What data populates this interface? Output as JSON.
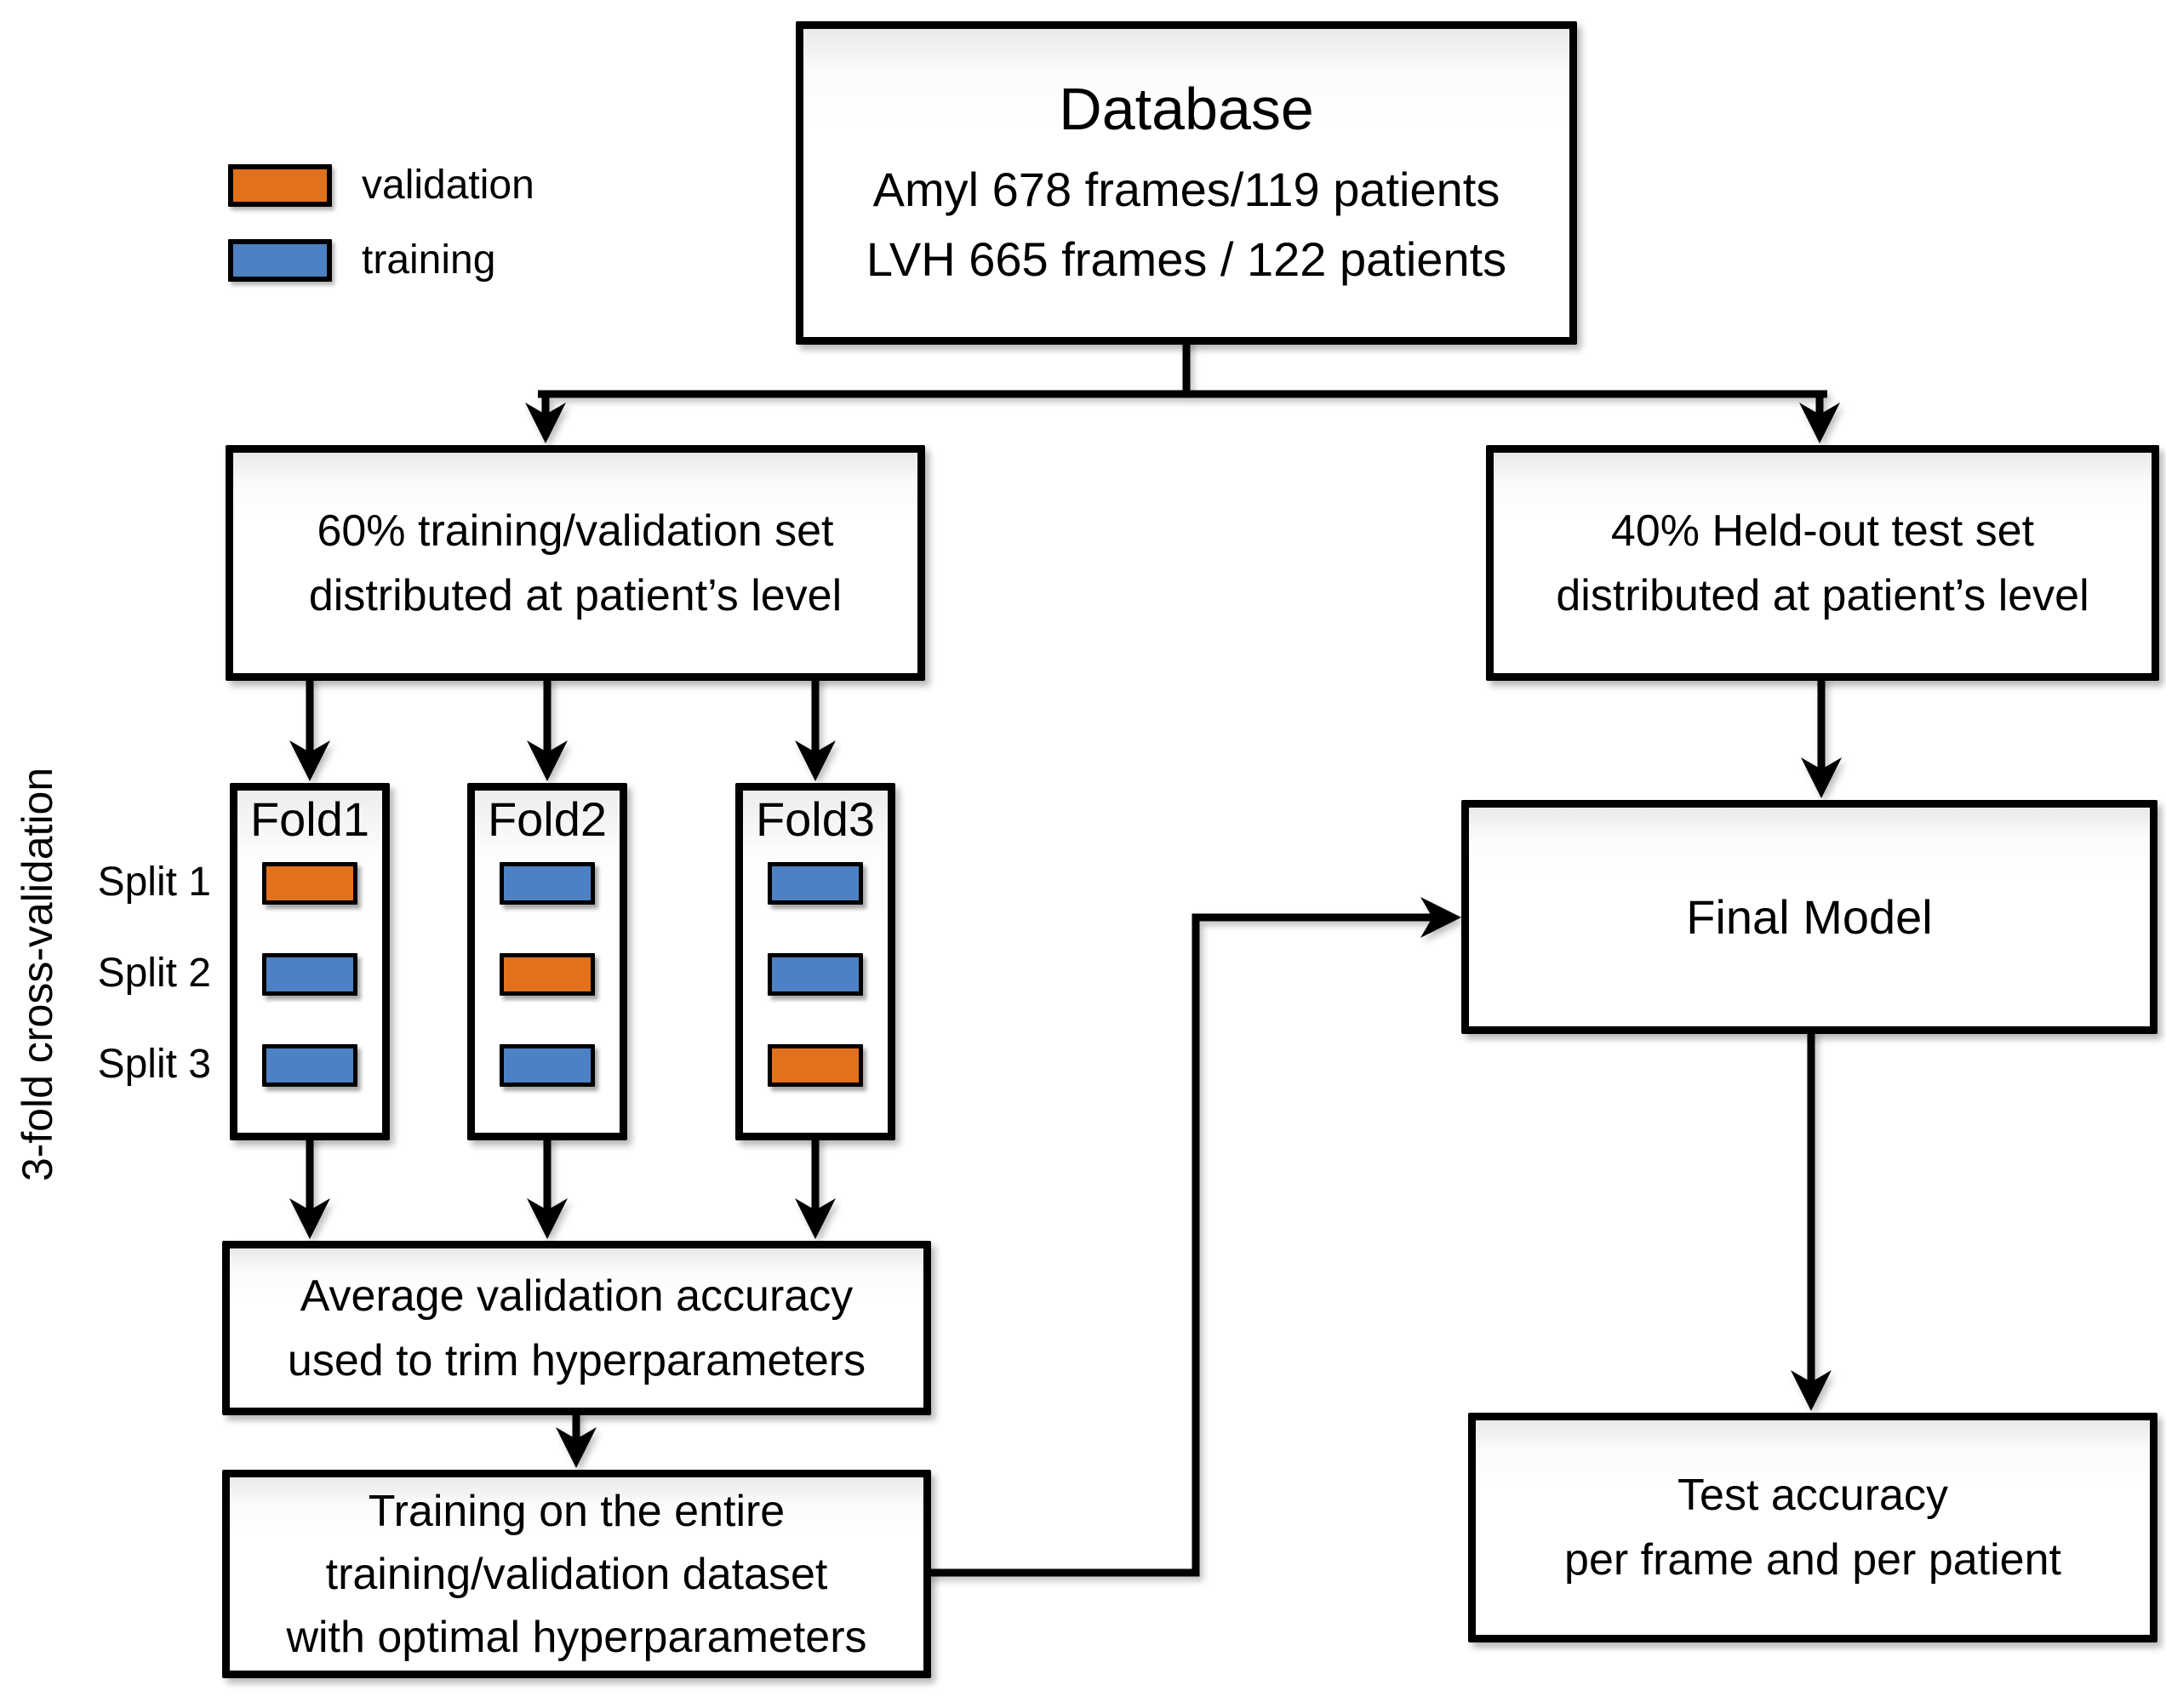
{
  "nodes": {
    "database": {
      "title": "Database",
      "lines": [
        "Amyl 678 frames/119 patients",
        "LVH 665 frames / 122 patients"
      ]
    },
    "train_val_set": {
      "lines": [
        "60% training/validation set",
        "distributed at patient’s level"
      ]
    },
    "held_out_set": {
      "lines": [
        "40% Held-out test set",
        "distributed at patient’s level"
      ]
    },
    "avg_validation": {
      "lines": [
        "Average validation accuracy",
        "used to trim hyperparameters"
      ]
    },
    "full_training": {
      "lines": [
        "Training on the entire",
        "training/validation dataset",
        "with optimal hyperparameters"
      ]
    },
    "final_model": {
      "label": "Final Model"
    },
    "test_accuracy": {
      "lines": [
        "Test accuracy",
        "per frame and per patient"
      ]
    }
  },
  "legend": {
    "items": [
      {
        "label": "validation",
        "color": "#E2711D"
      },
      {
        "label": "training",
        "color": "#4E81C4"
      }
    ]
  },
  "colors": {
    "validation": "#E2711D",
    "training": "#4E81C4"
  },
  "cross_validation": {
    "axis_label": "3-fold cross-validation",
    "split_labels": [
      "Split 1",
      "Split 2",
      "Split 3"
    ],
    "folds": [
      {
        "title": "Fold1",
        "splits": [
          "validation",
          "training",
          "training"
        ]
      },
      {
        "title": "Fold2",
        "splits": [
          "training",
          "validation",
          "training"
        ]
      },
      {
        "title": "Fold3",
        "splits": [
          "training",
          "training",
          "validation"
        ]
      }
    ]
  }
}
